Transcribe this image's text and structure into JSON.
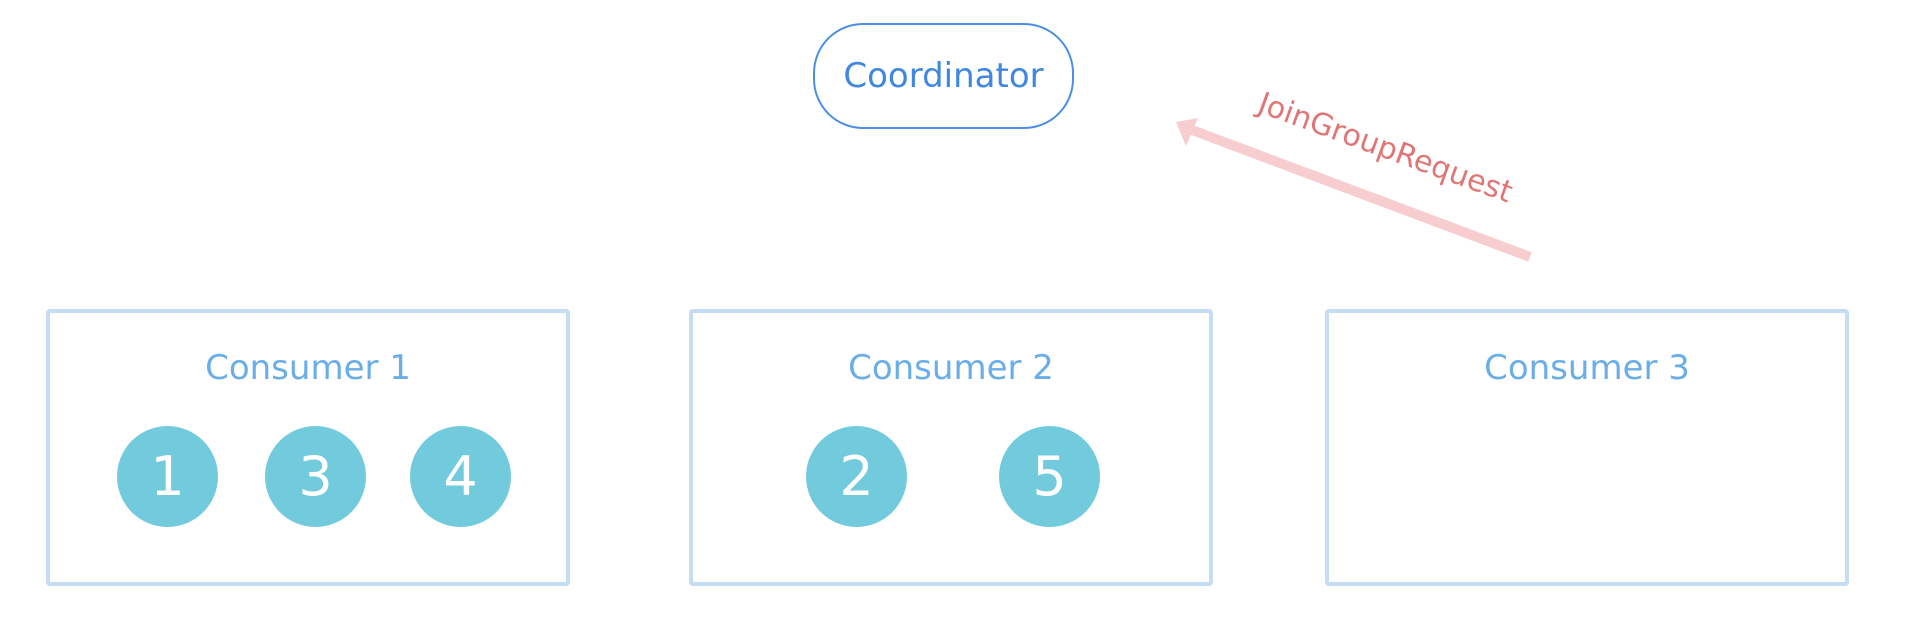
{
  "coordinator": {
    "label": "Coordinator"
  },
  "request": {
    "label": "JoinGroupRequest",
    "color": "#e07575",
    "arrow_color": "#f8cdd0"
  },
  "consumers": [
    {
      "title": "Consumer 1",
      "partitions": [
        "1",
        "3",
        "4"
      ]
    },
    {
      "title": "Consumer 2",
      "partitions": [
        "2",
        "5"
      ]
    },
    {
      "title": "Consumer 3",
      "partitions": []
    }
  ],
  "colors": {
    "coordinator_border": "#4a90e2",
    "consumer_border": "#c5dcf5",
    "consumer_title": "#6aaee9",
    "partition_fill": "#72cbdd"
  }
}
